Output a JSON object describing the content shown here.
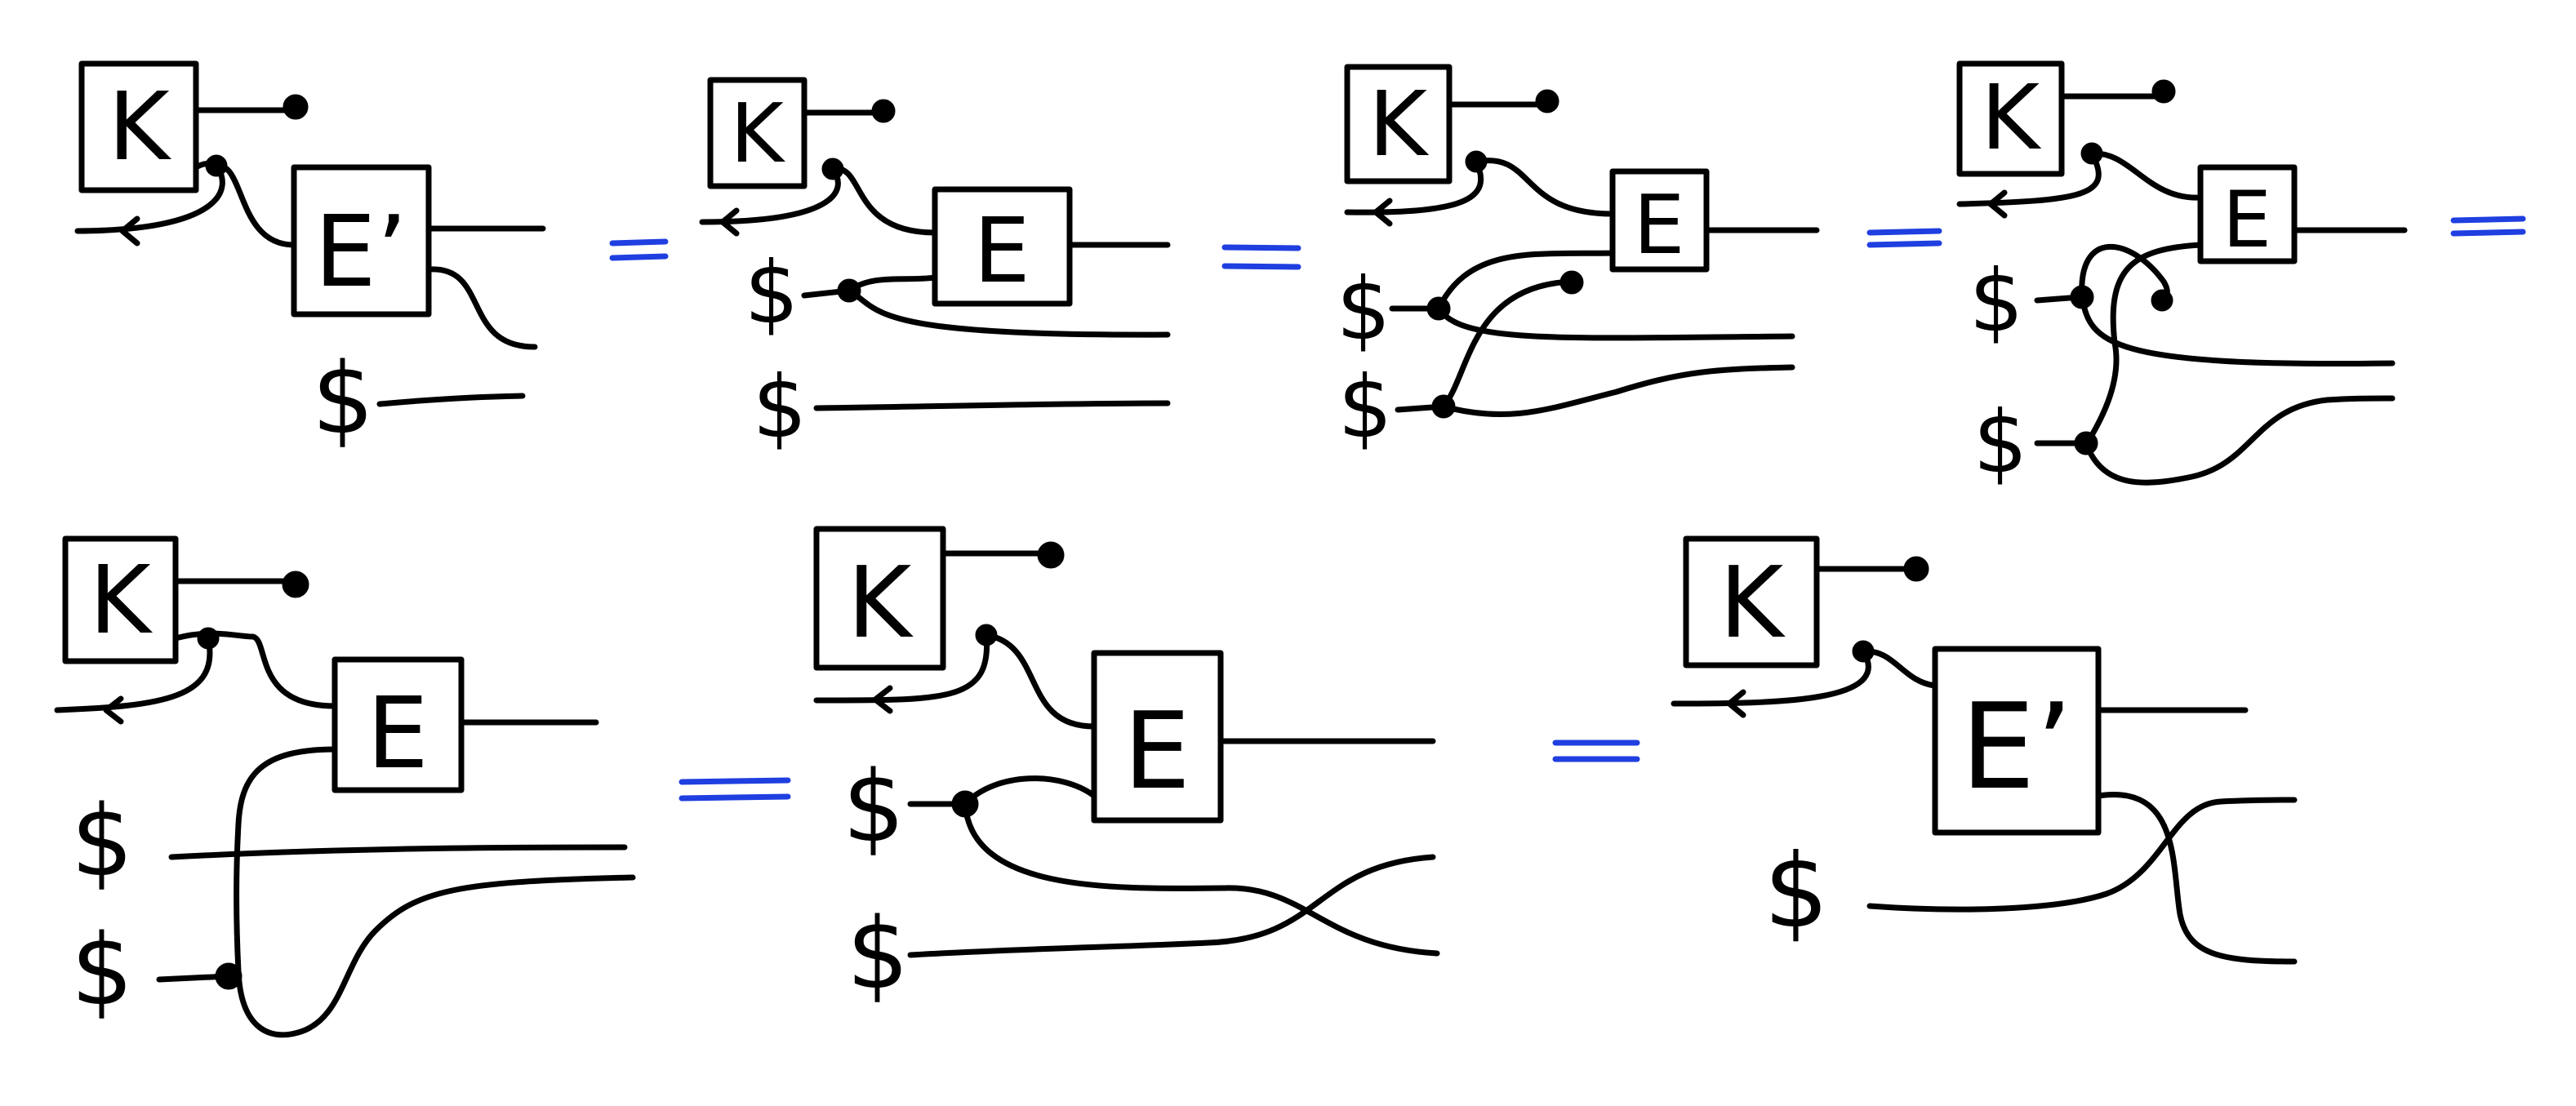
{
  "colors": {
    "ink": "#000000",
    "equals": "#1f3fe0",
    "background": "#ffffff"
  },
  "equals_sign": "=",
  "diagrams": [
    {
      "box_labels": {
        "k": "K",
        "e": "E’"
      },
      "dollar": "$"
    },
    {
      "box_labels": {
        "k": "K",
        "e": "E"
      },
      "dollars": [
        "$",
        "$"
      ]
    },
    {
      "box_labels": {
        "k": "K",
        "e": "E"
      },
      "dollars": [
        "$",
        "$"
      ]
    },
    {
      "box_labels": {
        "k": "K",
        "e": "E"
      },
      "dollars": [
        "$",
        "$"
      ]
    },
    {
      "box_labels": {
        "k": "K",
        "e": "E"
      },
      "dollars": [
        "$",
        "$"
      ]
    },
    {
      "box_labels": {
        "k": "K",
        "e": "E"
      },
      "dollars": [
        "$",
        "$"
      ]
    },
    {
      "box_labels": {
        "k": "K",
        "e": "E’"
      },
      "dollar": "$"
    }
  ]
}
